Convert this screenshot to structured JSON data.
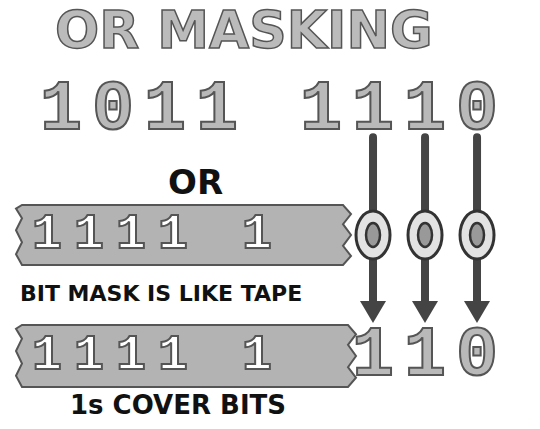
{
  "diagram": {
    "title": "OR MASKING",
    "nodes": [
      {
        "text": [
          "1111 1"
        ]
      },
      {
        "text": [
          "1111 1"
        ]
      }
    ],
    "labels": [
      "1011 1110",
      "OR",
      "BIT MASK IS LIKE TAPE",
      "110",
      "1s COVER BITS"
    ]
  }
}
